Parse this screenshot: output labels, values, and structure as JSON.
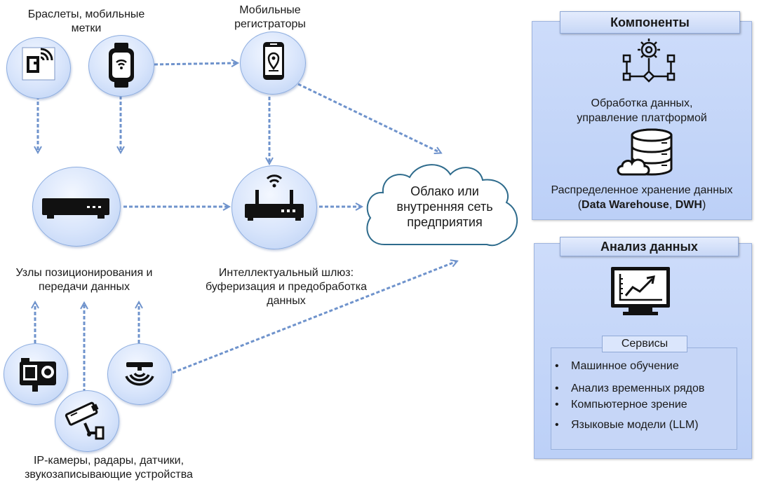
{
  "labels": {
    "bracelets": "Браслеты, мобильные метки",
    "mobile_recorders": "Мобильные регистраторы",
    "positioning_nodes": "Узлы позиционирования и передачи данных",
    "gateway": "Интеллектуальный шлюз: буферизация и предобработка данных",
    "cloud": "Облако или внутренняя сеть предприятия",
    "sensors": "IP-камеры, радары, датчики, звукозаписывающие устройства"
  },
  "components": {
    "title": "Компоненты",
    "processing": "Обработка данных, управление платформой",
    "storage_line1": "Распределенное хранение данных",
    "storage_paren_open": "(",
    "storage_dwh_full": "Data Warehouse",
    "storage_comma": ", ",
    "storage_dwh_short": "DWH",
    "storage_paren_close": ")"
  },
  "analysis": {
    "title": "Анализ данных",
    "services_title": "Сервисы",
    "services": [
      "Машинное обучение",
      "Анализ временных рядов",
      "Компьютерное зрение",
      "Языковые модели (LLM)"
    ]
  },
  "colors": {
    "arrow": "#6f93cc",
    "cloud_stroke": "#2e6b8c",
    "panel_fill": "#c3d4f8",
    "circle_fill": "#d7e4fb"
  },
  "icons": [
    "nfc-tag-icon",
    "smartwatch-icon",
    "phone-location-icon",
    "set-top-box-icon",
    "wifi-router-icon",
    "action-camera-icon",
    "cctv-camera-icon",
    "radar-sensor-icon",
    "flowchart-gear-icon",
    "database-cloud-icon",
    "monitor-chart-icon"
  ]
}
